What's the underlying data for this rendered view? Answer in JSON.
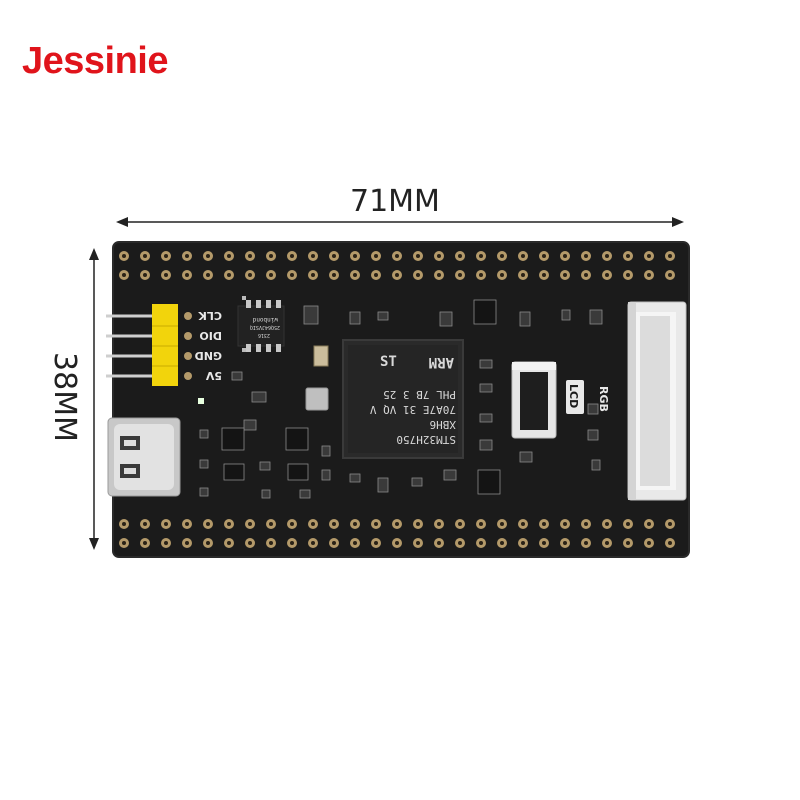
{
  "brand": {
    "text": "Jessinie",
    "color": "#e0141b"
  },
  "dimensions": {
    "width_label": "71MM",
    "height_label": "38MM"
  },
  "board": {
    "pin_labels": [
      "CLK",
      "DIO",
      "GND",
      "5V"
    ],
    "connector_labels": [
      "LCD",
      "RGB"
    ],
    "mcu_lines": [
      "STM32H750",
      "XBH6",
      "70A7E 31 VQ V",
      "PHL 7B 3 25"
    ],
    "mcu_logo": "ARM",
    "flash_chip_text": [
      "winbond",
      "25Q64JVSIQ",
      "2316"
    ]
  },
  "colors": {
    "pcb": "#1b1b1b",
    "pad": "#b49a6a",
    "header": "#f2d40c"
  }
}
